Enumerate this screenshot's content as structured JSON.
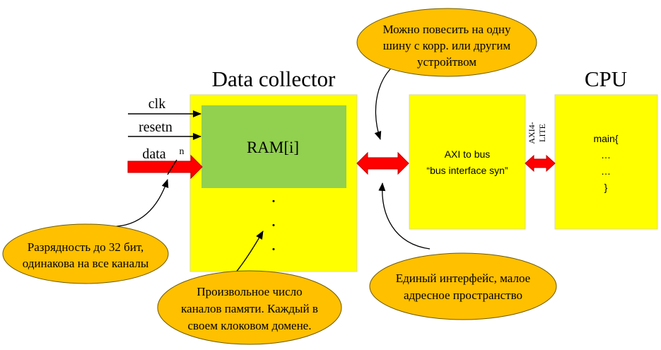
{
  "titles": {
    "data_collector": "Data collector",
    "cpu": "CPU"
  },
  "signals": {
    "clk": "clk",
    "resetn": "resetn",
    "data": "data",
    "width": "n"
  },
  "blocks": {
    "ram": "RAM[i]",
    "dots": [
      "·",
      "·",
      "·"
    ],
    "axi_line1": "AXI to bus",
    "axi_line2": "“bus interface syn”",
    "axi_label_line1": "AXI4-",
    "axi_label_line2": "LITE",
    "cpu_code": [
      "main{",
      "…",
      "…",
      "}"
    ]
  },
  "callouts": {
    "top": [
      "Можно повесить на одну",
      "шину с корр. или другим",
      "устройтвом"
    ],
    "width": [
      "Разрядность до 32 бит,",
      "одинакова на все каналы"
    ],
    "channels": [
      "Произвольное число",
      "каналов памяти. Каждый в",
      "своем клоковом домене."
    ],
    "interface": [
      "Единый интерфейс, малое",
      "адресное пространство"
    ]
  },
  "colors": {
    "yellow_block": "#ffff00",
    "green_block": "#92d050",
    "callout_fill": "#ffc000",
    "red_arrow": "#ff0000"
  }
}
